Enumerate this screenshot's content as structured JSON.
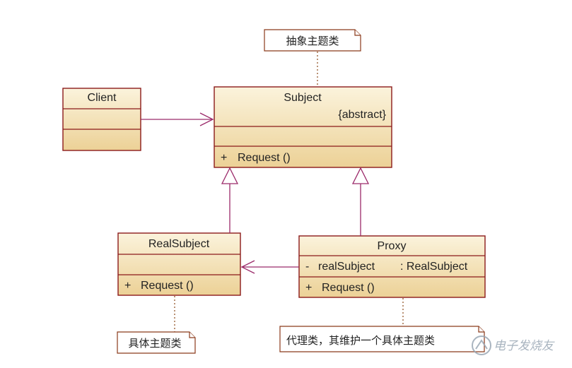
{
  "diagram": {
    "classes": {
      "client": {
        "name": "Client"
      },
      "subject": {
        "name": "Subject",
        "stereotype": "{abstract}",
        "op_visibility": "+",
        "operation": "Request ()"
      },
      "real_subject": {
        "name": "RealSubject",
        "op_visibility": "+",
        "operation": "Request ()"
      },
      "proxy": {
        "name": "Proxy",
        "attr_visibility": "-",
        "attr_name": "realSubject",
        "attr_type": ": RealSubject",
        "op_visibility": "+",
        "operation": "Request ()"
      }
    },
    "notes": {
      "subject_note": "抽象主题类",
      "real_subject_note": "具体主题类",
      "proxy_note": "代理类，其维护一个具体主题类"
    },
    "relations": [
      {
        "type": "association",
        "from": "Client",
        "to": "Subject"
      },
      {
        "type": "generalization",
        "from": "RealSubject",
        "to": "Subject"
      },
      {
        "type": "generalization",
        "from": "Proxy",
        "to": "Subject"
      },
      {
        "type": "association",
        "from": "Proxy",
        "to": "RealSubject"
      }
    ],
    "colors": {
      "class_fill_top": "#fbf3dc",
      "class_fill_bottom": "#ecd196",
      "class_border": "#8b1a1a",
      "relation": "#9b2a6a"
    }
  },
  "watermark": {
    "text": "电子发烧友",
    "logo_icon": "elecfans-logo-icon"
  }
}
